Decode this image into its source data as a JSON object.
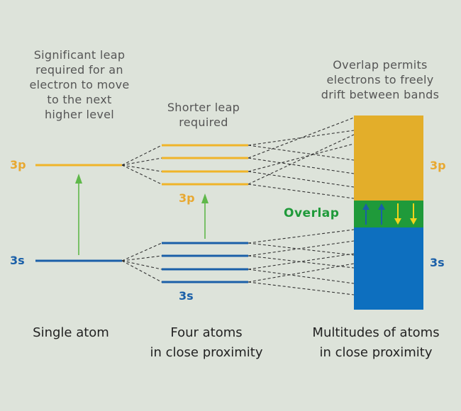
{
  "colors": {
    "background": "#dde3da",
    "level_3p": "#f0b429",
    "level_3s": "#1a5fa8",
    "band_3p": "#e3ae2a",
    "band_3s": "#0d6fbf",
    "band_overlap": "#1f9a3a",
    "arrow_green": "#5fb84a",
    "electron_up": "#1a5fa8",
    "electron_down": "#f2d21b",
    "dashed": "#333333"
  },
  "notes": {
    "single_leap": [
      "Significant leap",
      "required for an",
      "electron to move",
      "to the next",
      "higher level"
    ],
    "shorter_leap": [
      "Shorter leap",
      "required"
    ],
    "overlap_note": [
      "Overlap permits",
      "electrons to freely",
      "drift between bands"
    ]
  },
  "labels": {
    "single_3p": "3p",
    "single_3s": "3s",
    "four_3p": "3p",
    "four_3s": "3s",
    "band_3p": "3p",
    "band_3s": "3s",
    "overlap": "Overlap"
  },
  "captions": {
    "single": [
      "Single atom"
    ],
    "four": [
      "Four atoms",
      "in close proximity"
    ],
    "many": [
      "Multitudes of atoms",
      "in close proximity"
    ]
  },
  "electrons": [
    "up",
    "up",
    "down",
    "down"
  ]
}
